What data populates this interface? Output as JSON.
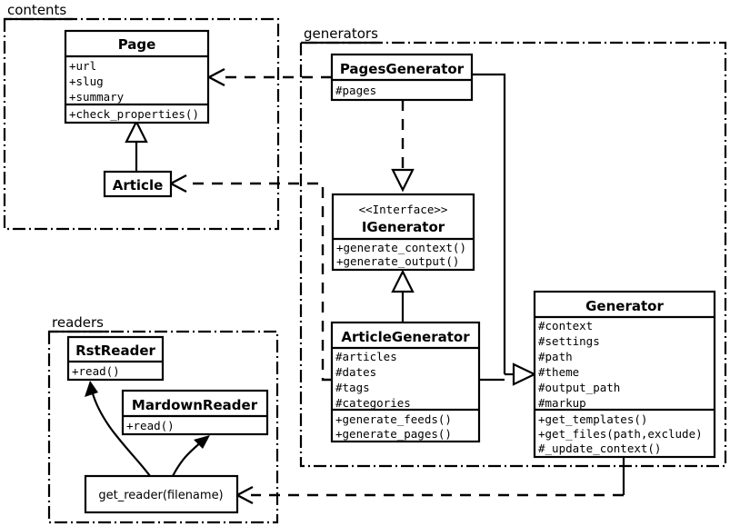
{
  "diagram": {
    "type": "uml-class-diagram",
    "packages": [
      {
        "id": "contents",
        "label": "contents"
      },
      {
        "id": "generators",
        "label": "generators"
      },
      {
        "id": "readers",
        "label": "readers"
      }
    ],
    "classes": [
      {
        "id": "page",
        "name": "Page",
        "package": "contents",
        "stereotype": "",
        "attributes": [
          "+url",
          "+slug",
          "+summary"
        ],
        "methods": [
          "+check_properties()"
        ]
      },
      {
        "id": "article",
        "name": "Article",
        "package": "contents",
        "stereotype": "",
        "attributes": [],
        "methods": []
      },
      {
        "id": "pages_generator",
        "name": "PagesGenerator",
        "package": "generators",
        "stereotype": "",
        "attributes": [
          "#pages"
        ],
        "methods": []
      },
      {
        "id": "igenerator",
        "name": "IGenerator",
        "package": "generators",
        "stereotype": "<<Interface>>",
        "attributes": [],
        "methods": [
          "+generate_context()",
          "+generate_output()"
        ]
      },
      {
        "id": "article_generator",
        "name": "ArticleGenerator",
        "package": "generators",
        "stereotype": "",
        "attributes": [
          "#articles",
          "#dates",
          "#tags",
          "#categories"
        ],
        "methods": [
          "+generate_feeds()",
          "+generate_pages()"
        ]
      },
      {
        "id": "generator",
        "name": "Generator",
        "package": "generators",
        "stereotype": "",
        "attributes": [
          "#context",
          "#settings",
          "#path",
          "#theme",
          "#output_path",
          "#markup"
        ],
        "methods": [
          "+get_templates()",
          "+get_files(path,exclude)",
          "#_update_context()"
        ]
      },
      {
        "id": "rst_reader",
        "name": "RstReader",
        "package": "readers",
        "stereotype": "",
        "attributes": [],
        "methods": [
          "+read()"
        ]
      },
      {
        "id": "mardown_reader",
        "name": "MardownReader",
        "package": "readers",
        "stereotype": "",
        "attributes": [],
        "methods": [
          "+read()"
        ]
      }
    ],
    "functions": [
      {
        "id": "get_reader",
        "label": "get_reader(filename)",
        "package": "readers"
      }
    ],
    "relationships": [
      {
        "from": "article",
        "to": "page",
        "type": "generalization",
        "style": "solid",
        "head": "hollow-triangle"
      },
      {
        "from": "pages_generator",
        "to": "igenerator",
        "type": "realization",
        "style": "dashed",
        "head": "hollow-triangle"
      },
      {
        "from": "article_generator",
        "to": "igenerator",
        "type": "generalization",
        "style": "solid",
        "head": "hollow-triangle"
      },
      {
        "from": "pages_generator",
        "to": "generator",
        "type": "generalization",
        "style": "solid",
        "head": "hollow-triangle"
      },
      {
        "from": "article_generator",
        "to": "generator",
        "type": "generalization",
        "style": "solid",
        "head": "hollow-triangle"
      },
      {
        "from": "pages_generator",
        "to": "page",
        "type": "dependency",
        "style": "dashed",
        "head": "open-arrow"
      },
      {
        "from": "article_generator",
        "to": "article",
        "type": "dependency",
        "style": "dashed",
        "head": "open-arrow"
      },
      {
        "from": "generator",
        "to": "get_reader",
        "type": "dependency",
        "style": "dashed",
        "head": "open-arrow"
      },
      {
        "from": "get_reader",
        "to": "rst_reader",
        "type": "creates",
        "style": "curved-solid",
        "head": "open-arrow"
      },
      {
        "from": "get_reader",
        "to": "mardown_reader",
        "type": "creates",
        "style": "curved-solid",
        "head": "open-arrow"
      }
    ],
    "colors": {
      "stroke": "#000000",
      "fill": "#ffffff",
      "background": "#ffffff"
    }
  }
}
